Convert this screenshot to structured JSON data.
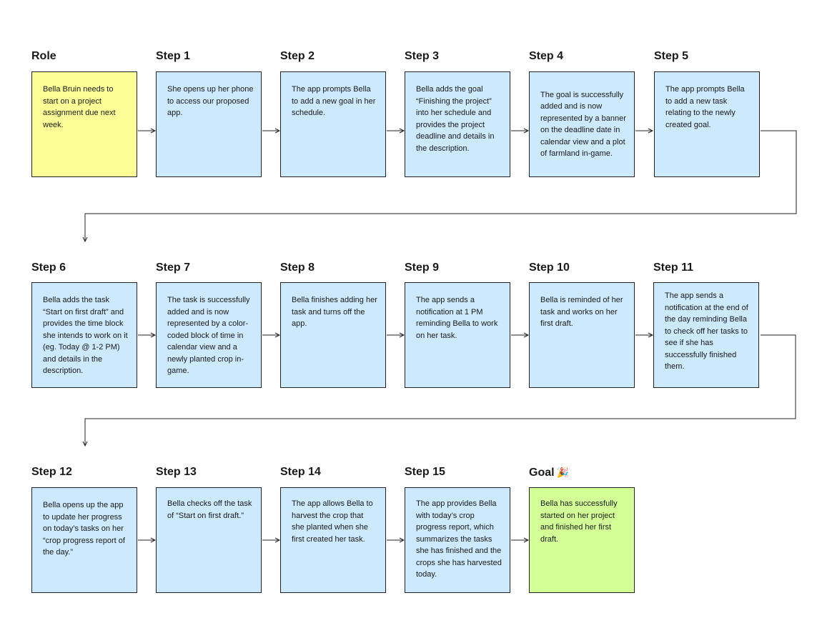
{
  "role": {
    "title": "Role",
    "text": "Bella Bruin needs to start on a project assignment due next week."
  },
  "steps": [
    {
      "title": "Step 1",
      "text": "She opens up her phone to access our proposed app."
    },
    {
      "title": "Step 2",
      "text": "The app prompts Bella to add a new goal in her schedule."
    },
    {
      "title": "Step 3",
      "text": "Bella adds the goal “Finishing the project” into her schedule and provides the project deadline and details in the description."
    },
    {
      "title": "Step 4",
      "text": "The goal is successfully added and is now represented by a banner on the deadline date in calendar view and a plot of farmland in-game."
    },
    {
      "title": "Step 5",
      "text": "The app prompts Bella to add a new task relating to the newly created goal."
    },
    {
      "title": "Step 6",
      "text": "Bella adds the task “Start on first draft” and provides the time block she intends to work on it (eg. Today @ 1-2 PM) and details in the description."
    },
    {
      "title": "Step 7",
      "text": "The task is successfully added and is now represented by a color-coded block of time in calendar view and a newly planted crop in-game."
    },
    {
      "title": "Step 8",
      "text": "Bella finishes adding her task and turns off the app."
    },
    {
      "title": "Step 9",
      "text": "The app sends a notification at 1 PM reminding Bella to work on her task."
    },
    {
      "title": "Step 10",
      "text": "Bella is reminded of her task and works on her first draft."
    },
    {
      "title": "Step 11",
      "text": "The app sends a notification at the end of the day reminding Bella to check off her tasks to see if she has successfully finished them."
    },
    {
      "title": "Step 12",
      "text": "Bella opens up the app to update her progress on today’s tasks on her “crop progress report of the day.”"
    },
    {
      "title": "Step 13",
      "text": "Bella checks off the task of “Start on first draft.”"
    },
    {
      "title": "Step 14",
      "text": "The app allows Bella to harvest the crop that she planted when she first created her task."
    },
    {
      "title": "Step 15",
      "text": "The app provides Bella with today’s crop progress report, which summarizes the tasks she has finished and the crops she has harvested today."
    }
  ],
  "goal": {
    "title": "Goal",
    "emoji": "🎉",
    "text": "Bella has successfully started on her project and finished her first draft."
  },
  "colors": {
    "role": "#fbff96",
    "step": "#cce9fd",
    "goal": "#d2ff96",
    "border": "#222222"
  }
}
